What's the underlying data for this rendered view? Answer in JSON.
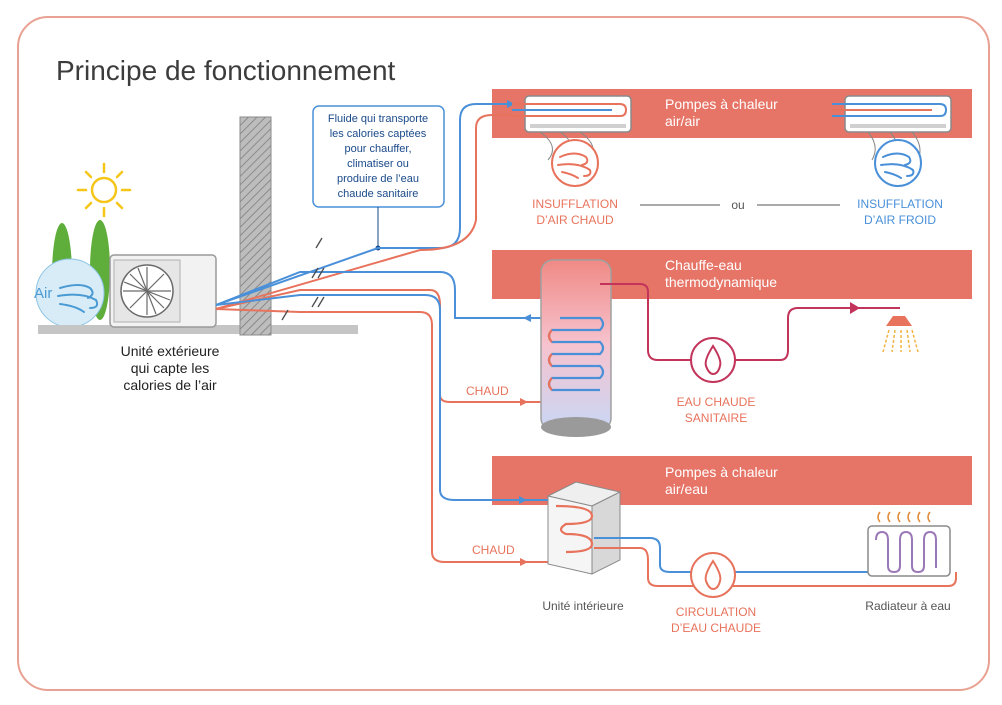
{
  "title": "Principe de fonctionnement",
  "outdoor": {
    "air_label": "Air",
    "caption": [
      "Unité extérieure",
      "qui capte les",
      "calories de l’air"
    ]
  },
  "callout": {
    "lines": [
      "Fluide qui transporte",
      "les calories captées",
      "pour chauffer,",
      "climatiser ou",
      "produire de l’eau",
      "chaude sanitaire"
    ]
  },
  "air_air": {
    "band_title": [
      "Pompes à chaleur",
      "air/air"
    ],
    "hot_caption": [
      "INSUFFLATION",
      "D’AIR CHAUD"
    ],
    "or_label": "ou",
    "cold_caption": [
      "INSUFFLATION",
      "D’AIR FROID"
    ]
  },
  "water_heater": {
    "band_title": [
      "Chauffe-eau",
      "thermodynamique"
    ],
    "hot_label": "CHAUD",
    "caption": [
      "EAU CHAUDE",
      "SANITAIRE"
    ]
  },
  "air_water": {
    "band_title": [
      "Pompes à chaleur",
      "air/eau"
    ],
    "hot_label": "CHAUD",
    "indoor_caption": "Unité intérieure",
    "circ_caption": [
      "CIRCULATION",
      "D’EAU CHAUDE"
    ],
    "radiator_caption": "Radiateur à eau"
  },
  "colors": {
    "frame": "#e8a192",
    "band": "#e67567",
    "hot": "#e8735c",
    "cold": "#4a90d9"
  }
}
